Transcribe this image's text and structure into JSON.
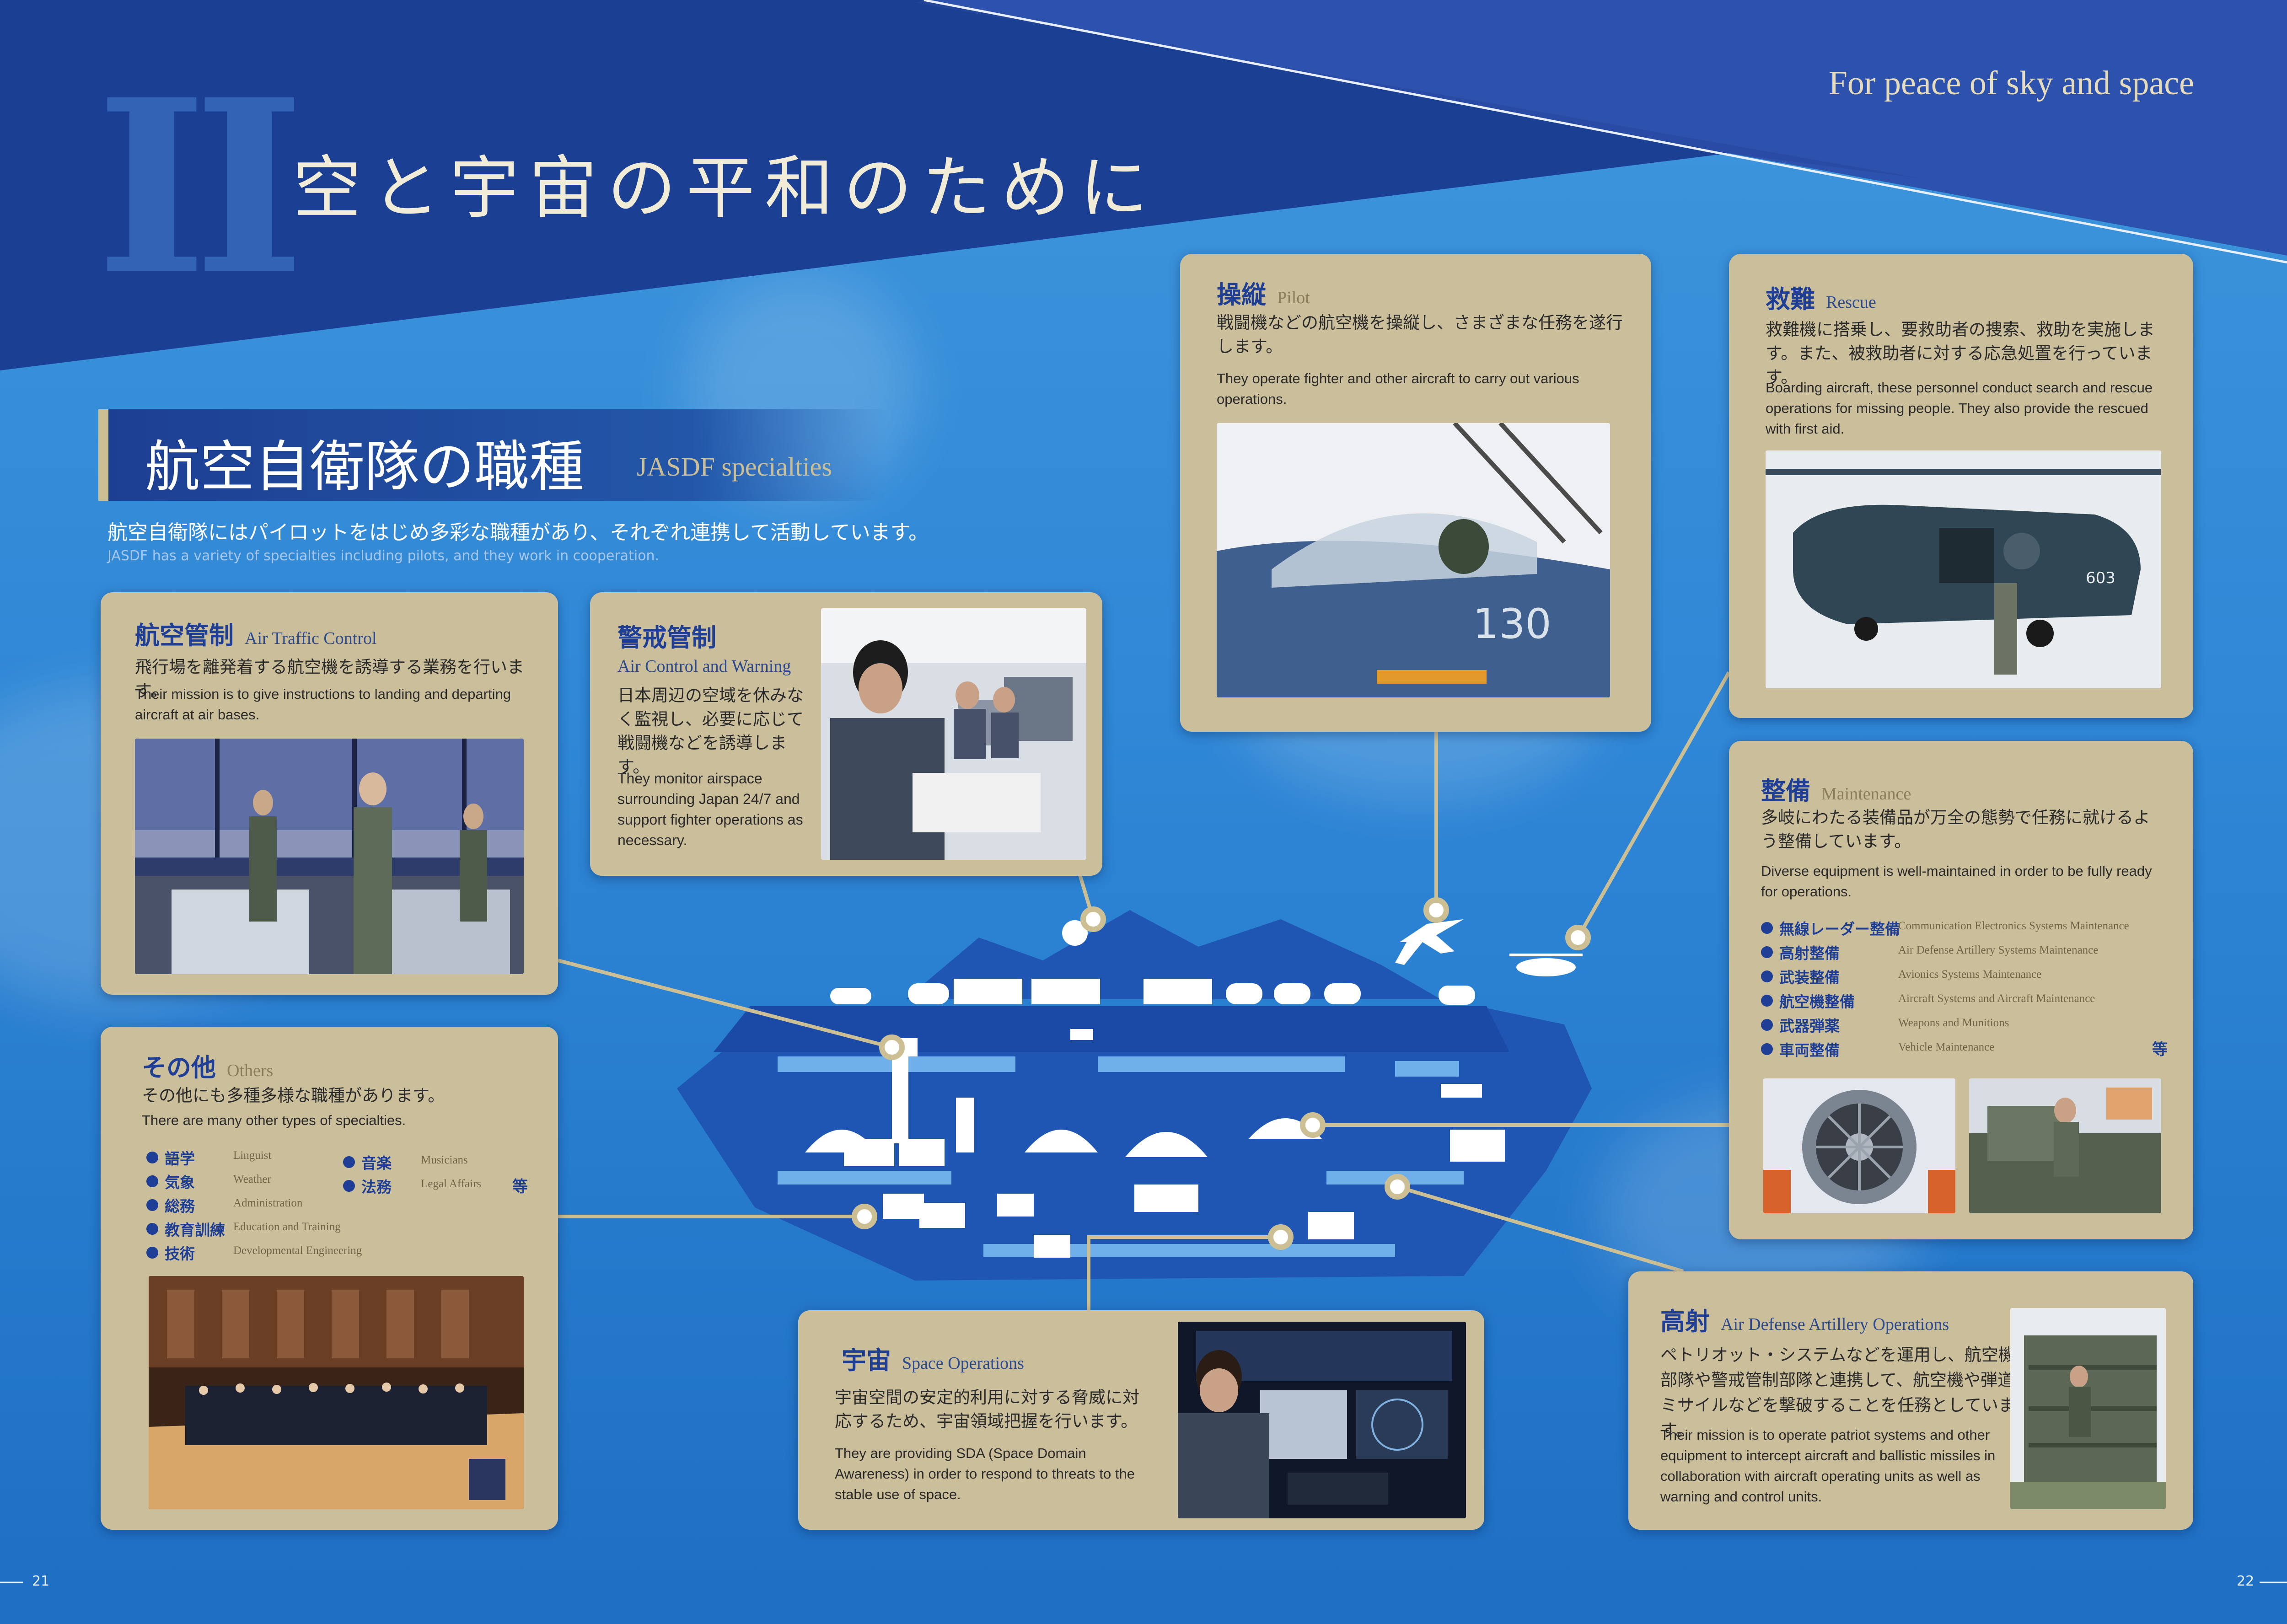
{
  "header": {
    "numeral": "II",
    "title_jp": "空と宇宙の平和のために",
    "title_en": "For peace of sky and space"
  },
  "section": {
    "title_jp": "航空自衛隊の職種",
    "title_en": "JASDF specialties",
    "intro_jp": "航空自衛隊にはパイロットをはじめ多彩な職種があり、それぞれ連携して活動しています。",
    "intro_en": "JASDF has a variety of specialties including pilots, and they work in cooperation."
  },
  "cards": {
    "atc": {
      "title_jp": "航空管制",
      "title_en": "Air Traffic Control",
      "desc_jp": "飛行場を離発着する航空機を誘導する業務を行います。",
      "desc_en": "Their mission is to give instructions to landing and departing aircraft at air bases."
    },
    "acw": {
      "title_jp": "警戒管制",
      "title_en": "Air Control and Warning",
      "desc_jp": "日本周辺の空域を休みなく監視し、必要に応じて戦闘機などを誘導します。",
      "desc_en": "They monitor airspace surrounding Japan 24/7 and support fighter operations as necessary."
    },
    "pilot": {
      "title_jp": "操縦",
      "title_en": "Pilot",
      "desc_jp": "戦闘機などの航空機を操縦し、さまざまな任務を遂行します。",
      "desc_en": "They operate fighter and other aircraft to carry out various operations."
    },
    "rescue": {
      "title_jp": "救難",
      "title_en": "Rescue",
      "desc_jp": "救難機に搭乗し、要救助者の捜索、救助を実施します。また、被救助者に対する応急処置を行っています。",
      "desc_en": "Boarding aircraft, these personnel conduct search and rescue operations for missing people. They also provide the rescued with first aid."
    },
    "maintenance": {
      "title_jp": "整備",
      "title_en": "Maintenance",
      "desc_jp": "多岐にわたる装備品が万全の態勢で任務に就けるよう整備しています。",
      "desc_en": "Diverse equipment is well-maintained in order to be fully ready for operations.",
      "items": [
        {
          "jp": "無線レーダー整備",
          "en": "Communication Electronics Systems Maintenance"
        },
        {
          "jp": "高射整備",
          "en": "Air Defense Artillery Systems Maintenance"
        },
        {
          "jp": "武装整備",
          "en": "Avionics Systems Maintenance"
        },
        {
          "jp": "航空機整備",
          "en": "Aircraft Systems and Aircraft Maintenance"
        },
        {
          "jp": "武器弾薬",
          "en": "Weapons and Munitions"
        },
        {
          "jp": "車両整備",
          "en": "Vehicle Maintenance"
        }
      ],
      "etc": "等"
    },
    "others": {
      "title_jp": "その他",
      "title_en": "Others",
      "desc_jp": "その他にも多種多様な職種があります。",
      "desc_en": "There are many other types of specialties.",
      "items": [
        {
          "jp": "語学",
          "en": "Linguist"
        },
        {
          "jp": "気象",
          "en": "Weather"
        },
        {
          "jp": "総務",
          "en": "Administration"
        },
        {
          "jp": "教育訓練",
          "en": "Education and Training"
        },
        {
          "jp": "技術",
          "en": "Developmental Engineering"
        },
        {
          "jp": "音楽",
          "en": "Musicians"
        },
        {
          "jp": "法務",
          "en": "Legal Affairs"
        }
      ],
      "etc": "等"
    },
    "space": {
      "title_jp": "宇宙",
      "title_en": "Space Operations",
      "desc_jp": "宇宙空間の安定的利用に対する脅威に対応するため、宇宙領域把握を行います。",
      "desc_en": "They are providing SDA (Space Domain Awareness) in order to respond to threats to the stable use of space."
    },
    "ada": {
      "title_jp": "高射",
      "title_en": "Air Defense Artillery Operations",
      "desc_jp": "ペトリオット・システムなどを運用し、航空機部隊や警戒管制部隊と連携して、航空機や弾道ミサイルなどを撃破することを任務としています。",
      "desc_en": "Their mission is to operate patriot systems and other equipment to intercept aircraft and ballistic missiles in collaboration with aircraft operating units as well as warning and control units."
    }
  },
  "illustration": {
    "jet_tail_number": "130",
    "heli_number": "603"
  },
  "page_numbers": {
    "left": "21",
    "right": "22"
  },
  "colors": {
    "navy": "#1e3f95",
    "card_beige": "#cbbf9b",
    "sky_blue": "#2f87d6",
    "gold": "#cdbf94"
  }
}
